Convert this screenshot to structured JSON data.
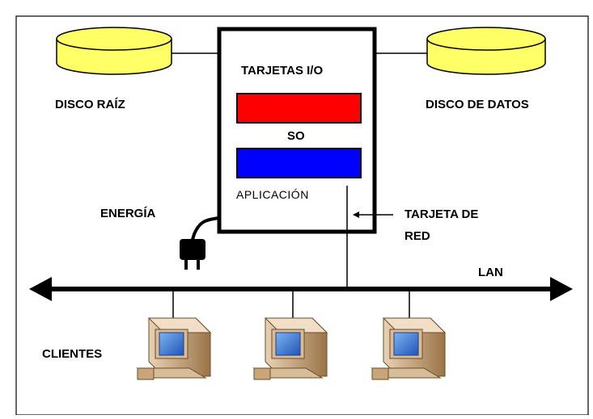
{
  "diagram": {
    "labels": {
      "root_disk": "DISCO RAÍZ",
      "data_disk": "DISCO DE DATOS",
      "io_cards": "TARJETAS I/O",
      "os": "SO",
      "application": "APLICACIÓN",
      "power": "ENERGÍA",
      "network_card_line1": "TARJETA DE",
      "network_card_line2": "RED",
      "lan": "LAN",
      "clients": "CLIENTES"
    },
    "icons": {
      "disk": "disk-cylinder-icon",
      "plug": "power-plug-icon",
      "computer": "desktop-computer-icon"
    },
    "colors": {
      "disk_fill": "#ffff66",
      "so_bar": "#ff0000",
      "app_bar": "#0000ff",
      "monitor_screen": "#2f6fd6",
      "computer_body": "#c9a57a"
    },
    "client_count": 3
  }
}
